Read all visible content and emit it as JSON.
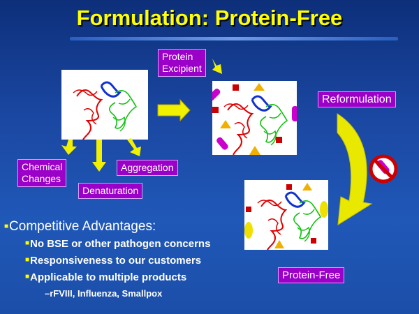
{
  "title": "Formulation:  Protein-Free",
  "labels": {
    "protein_excipient_1": "Protein",
    "protein_excipient_2": "Excipient",
    "reformulation": "Reformulation",
    "chemical_changes_1": "Chemical",
    "chemical_changes_2": "Changes",
    "aggregation": "Aggregation",
    "denaturation": "Denaturation",
    "protein_free": "Protein-Free"
  },
  "bullets": {
    "heading": "Competitive Advantages:",
    "items": [
      "No BSE or other pathogen concerns",
      "Responsiveness to our customers",
      "Applicable to multiple products"
    ],
    "sub": "–rFVIII, Influenza, Smallpox"
  },
  "colors": {
    "accent": "#ffff00",
    "label_bg": "#9a00c8"
  }
}
